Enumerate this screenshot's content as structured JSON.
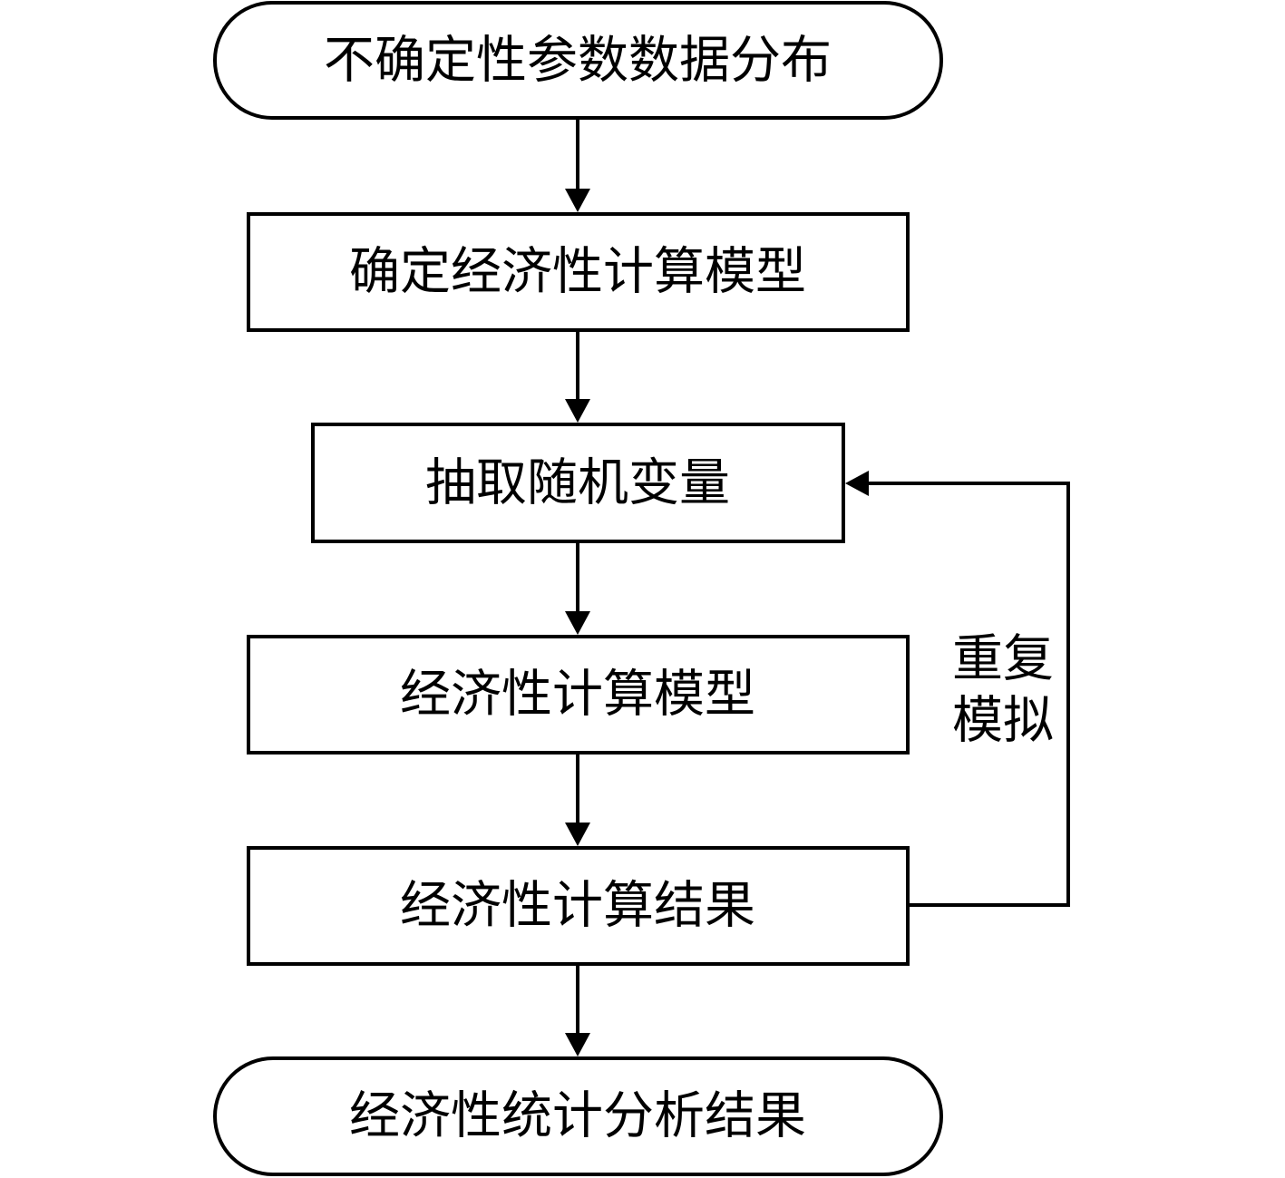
{
  "nodes": {
    "start": "不确定性参数数据分布",
    "define_model": "确定经济性计算模型",
    "sample": "抽取随机变量",
    "model": "经济性计算模型",
    "result": "经济性计算结果",
    "end": "经济性统计分析结果"
  },
  "loop_label": {
    "line1": "重复",
    "line2": "模拟"
  }
}
